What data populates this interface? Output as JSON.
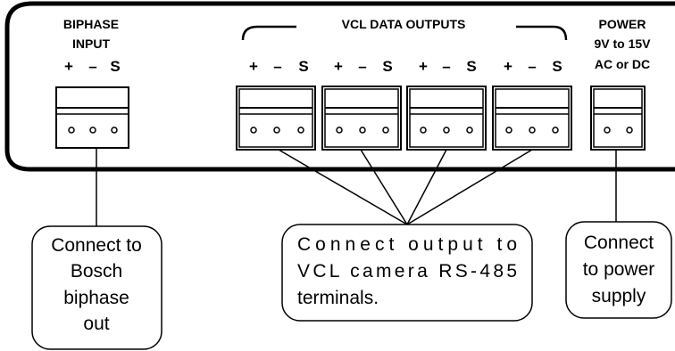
{
  "biphase_input": {
    "line1": "BIPHASE",
    "line2": "INPUT"
  },
  "vcl_outputs": {
    "title": "VCL DATA OUTPUTS"
  },
  "power": {
    "line1": "POWER",
    "line2": "9V to 15V",
    "line3": "AC or DC"
  },
  "pin_labels": {
    "plus": "+",
    "minus": "–",
    "shield": "S"
  },
  "callouts": {
    "bosch": [
      "Connect to",
      "Bosch",
      "biphase",
      "out"
    ],
    "vcl": [
      "Connect output to",
      "VCL camera RS-485",
      "terminals."
    ],
    "power": [
      "Connect",
      "to power",
      "supply"
    ]
  }
}
